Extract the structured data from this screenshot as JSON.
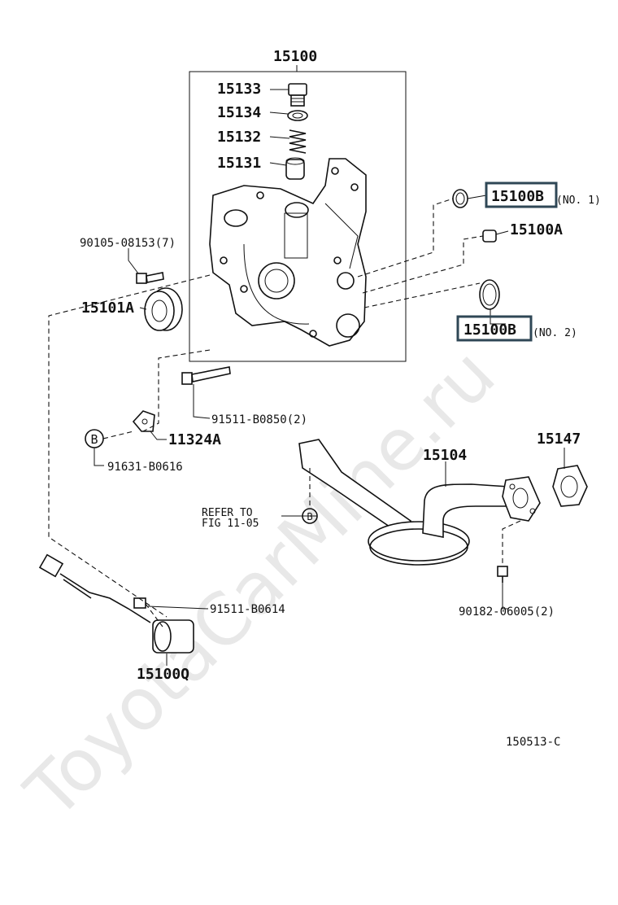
{
  "watermark": "ToyotaCarMine.ru",
  "figure_id": "150513-C",
  "refer": {
    "line1": "REFER TO",
    "line2": "FIG 11-05"
  },
  "callouts": {
    "b": "B"
  },
  "labels": {
    "p15100": "15100",
    "p15133": "15133",
    "p15134": "15134",
    "p15132": "15132",
    "p15131": "15131",
    "p15100b_1": "15100B",
    "p15100b_1_note": "(NO. 1)",
    "p15100a": "15100A",
    "p15100b_2": "15100B",
    "p15100b_2_note": "(NO. 2)",
    "p90105": "90105-08153(7)",
    "p15101a": "15101A",
    "p91511_0850": "91511-B0850(2)",
    "p11324a": "11324A",
    "p91631": "91631-B0616",
    "p15104": "15104",
    "p15147": "15147",
    "p90182": "90182-06005(2)",
    "p91511_0614": "91511-B0614",
    "p15100q": "15100Q"
  }
}
